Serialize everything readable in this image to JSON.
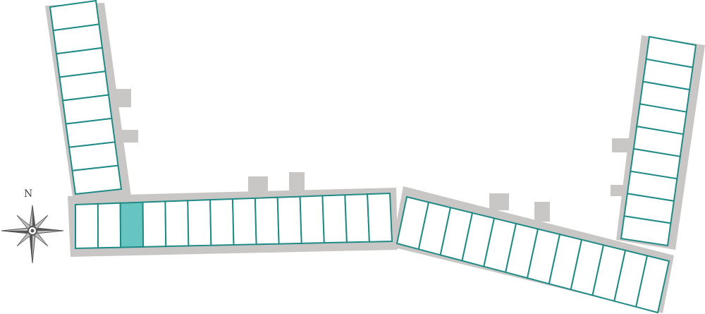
{
  "compass": {
    "label": "N",
    "icon": "compass-rose-icon"
  },
  "colors": {
    "unit_outline": "#1f8a86",
    "unit_fill": "#ffffff",
    "selected_fill": "#66c4c1",
    "building_shadow": "#c9c7c5",
    "compass_ink": "#555555"
  },
  "wings": [
    {
      "name": "west-wing",
      "units": 8,
      "selected": []
    },
    {
      "name": "center-wing",
      "units": 14,
      "selected": [
        2
      ]
    },
    {
      "name": "southeast-wing",
      "units": 12,
      "selected": []
    },
    {
      "name": "east-wing",
      "units": 9,
      "selected": []
    }
  ]
}
